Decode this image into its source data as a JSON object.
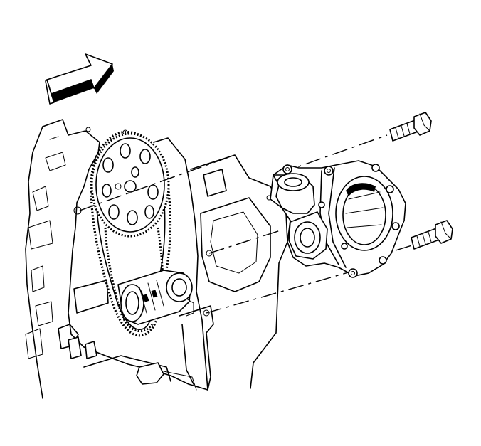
{
  "figure": {
    "kind": "exploded-view technical illustration",
    "background": "#ffffff",
    "line_color": "#000000",
    "components": [
      "direction-arrow",
      "engine-block",
      "camshaft-sprocket",
      "timing-chain",
      "crankshaft-sprocket",
      "oil-pump",
      "oil-pump-bolt",
      "alignment-line"
    ]
  }
}
